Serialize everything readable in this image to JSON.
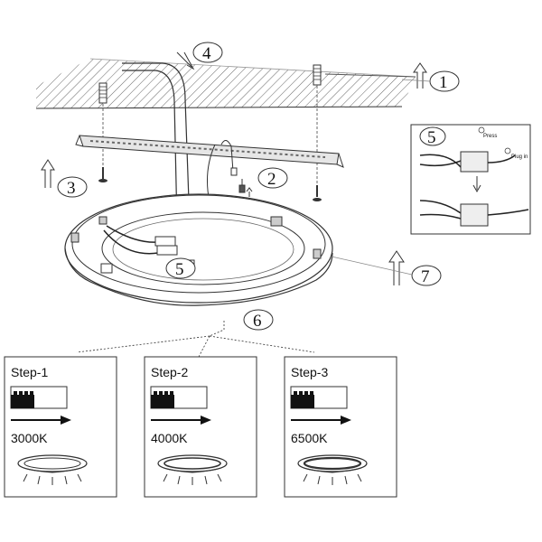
{
  "callouts": {
    "c1": "1",
    "c2": "2",
    "c3": "3",
    "c4": "4",
    "c5": "5",
    "c5_inset": "5",
    "c6": "6",
    "c7": "7"
  },
  "inset": {
    "press_label": "Press",
    "plugin_label": "Plug in"
  },
  "steps": [
    {
      "title": "Step-1",
      "temperature": "3000K"
    },
    {
      "title": "Step-2",
      "temperature": "4000K"
    },
    {
      "title": "Step-3",
      "temperature": "6500K"
    }
  ]
}
